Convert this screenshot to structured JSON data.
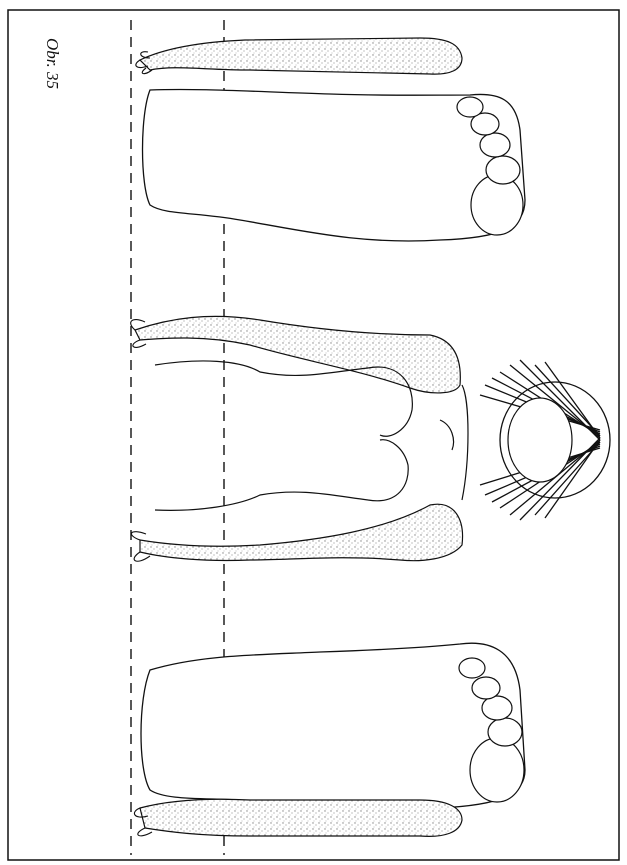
{
  "figure": {
    "caption": "Obr. 35",
    "colors": {
      "ink": "#111111",
      "shading": "#9a9a9a",
      "paper": "#ffffff"
    },
    "icons": [
      "arm-outline",
      "foot-sole-outline",
      "torso-outline",
      "head-hair-outline",
      "dashed-guide-line"
    ]
  }
}
